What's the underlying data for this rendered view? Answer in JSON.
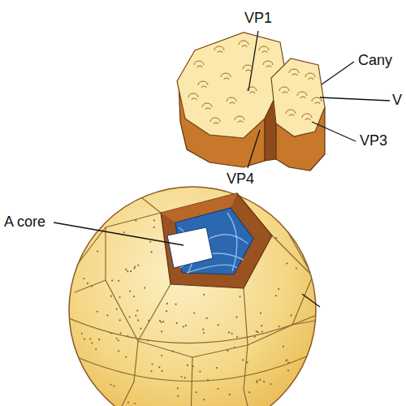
{
  "diagram": {
    "labels": [
      "VP1",
      "Cany",
      "V",
      "VP3",
      "VP4",
      "A core"
    ]
  }
}
